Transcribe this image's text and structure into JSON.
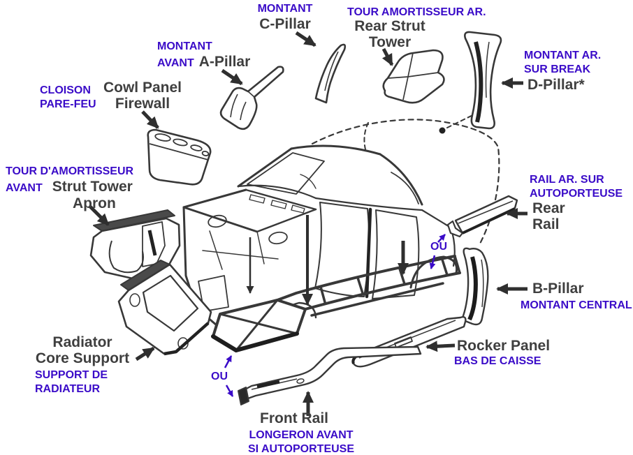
{
  "colors": {
    "french_label": "#3A0BC8",
    "english_label": "#3F3F3F",
    "line_art": "#383838"
  },
  "labels": {
    "c_pillar": {
      "fr": "MONTANT",
      "en": "C-Pillar"
    },
    "rear_strut_tower": {
      "fr": "TOUR AMORTISSEUR AR.",
      "en_line1": "Rear Strut",
      "en_line2": "Tower"
    },
    "a_pillar": {
      "fr_line1": "MONTANT",
      "fr_line2": "AVANT",
      "en": "A-Pillar"
    },
    "d_pillar": {
      "fr_line1": "MONTANT AR.",
      "fr_line2": "SUR BREAK",
      "en": "D-Pillar*"
    },
    "firewall": {
      "fr_line1": "CLOISON",
      "fr_line2": "PARE-FEU",
      "en_line1": "Cowl Panel",
      "en_line2": "Firewall"
    },
    "strut_tower_apron": {
      "fr_line1": "TOUR D'AMORTISSEUR",
      "fr_line2": "AVANT",
      "en_line1": "Strut Tower",
      "en_line2": "Apron"
    },
    "rear_rail": {
      "fr_line1": "RAIL AR. SUR",
      "fr_line2": "AUTOPORTEUSE",
      "en_line1": "Rear",
      "en_line2": "Rail"
    },
    "b_pillar": {
      "en": "B-Pillar",
      "fr": "MONTANT CENTRAL"
    },
    "rocker_panel": {
      "en": "Rocker Panel",
      "fr": "BAS DE CAISSE"
    },
    "radiator_support": {
      "en_line1": "Radiator",
      "en_line2": "Core Support",
      "fr_line1": "SUPPORT DE",
      "fr_line2": "RADIATEUR"
    },
    "front_rail": {
      "en": "Front Rail",
      "fr_line1": "LONGERON AVANT",
      "fr_line2": "SI AUTOPORTEUSE"
    },
    "or_left": "OU",
    "or_right": "OU"
  }
}
